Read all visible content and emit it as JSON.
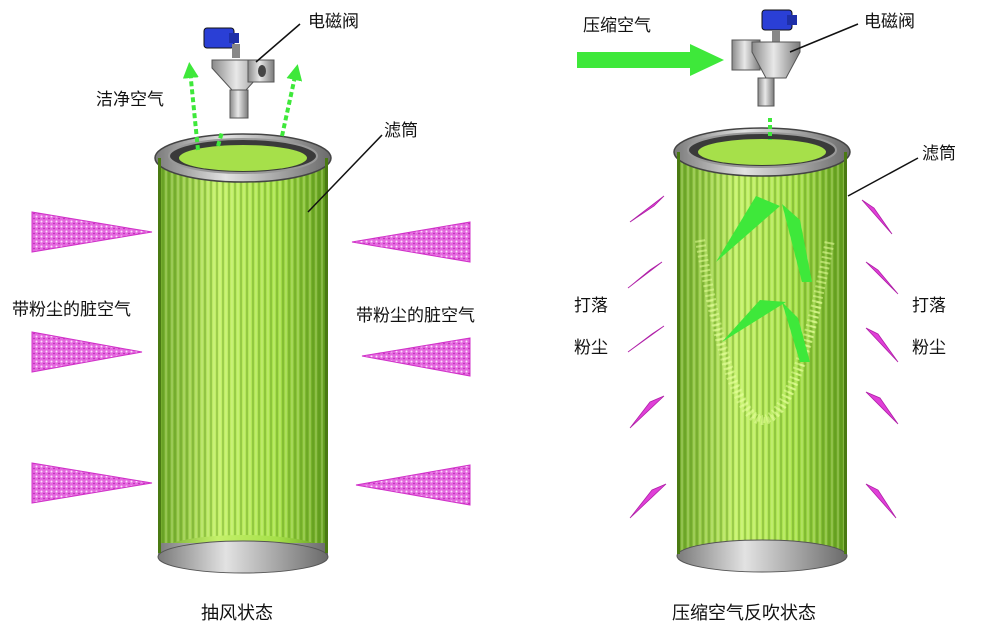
{
  "left_panel": {
    "valve_label": "电磁阀",
    "clean_air_label": "洁净空气",
    "filter_label": "滤筒",
    "dirty_air_left_label": "带粉尘的脏空气",
    "dirty_air_right_label": "带粉尘的脏空气",
    "caption": "抽风状态"
  },
  "right_panel": {
    "compressed_air_label": "压缩空气",
    "valve_label": "电磁阀",
    "filter_label": "滤筒",
    "dust_left_line1": "打落",
    "dust_left_line2": "粉尘",
    "dust_right_line1": "打落",
    "dust_right_line2": "粉尘",
    "caption": "压缩空气反吹状态"
  },
  "colors": {
    "filter_green": "#a6e04a",
    "pleat_dark": "#5f9a1c",
    "air_green": "#3ee83a",
    "dust_magenta": "#e040d8",
    "valve_blue": "#2a3fd6",
    "valve_gray": "#a8a8a8"
  }
}
